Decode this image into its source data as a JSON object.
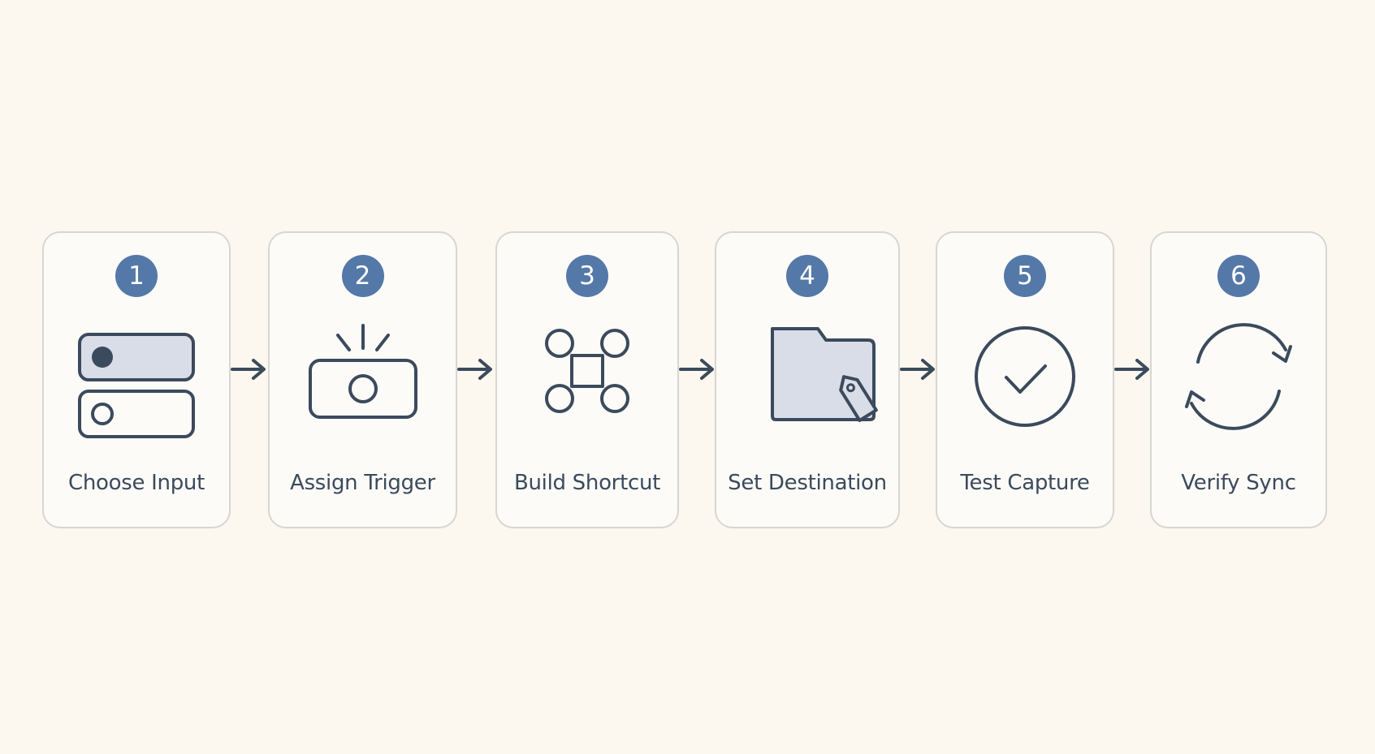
{
  "colors": {
    "background": "#fcf7ef",
    "card_border": "#d8d6d1",
    "badge": "#5479a8",
    "icon_stroke": "#3b4a5c",
    "icon_fill": "#d9dde8"
  },
  "steps": [
    {
      "number": "1",
      "label": "Choose Input",
      "icon": "toggle-switch-icon"
    },
    {
      "number": "2",
      "label": "Assign Trigger",
      "icon": "camera-trigger-icon"
    },
    {
      "number": "3",
      "label": "Build Shortcut",
      "icon": "command-key-icon"
    },
    {
      "number": "4",
      "label": "Set Destination",
      "icon": "folder-tag-icon"
    },
    {
      "number": "5",
      "label": "Test Capture",
      "icon": "checkmark-circle-icon"
    },
    {
      "number": "6",
      "label": "Verify Sync",
      "icon": "sync-arrows-icon"
    }
  ],
  "connectors": [
    "arrow-right-icon",
    "arrow-right-icon",
    "arrow-right-icon",
    "arrow-right-icon",
    "arrow-right-icon"
  ]
}
